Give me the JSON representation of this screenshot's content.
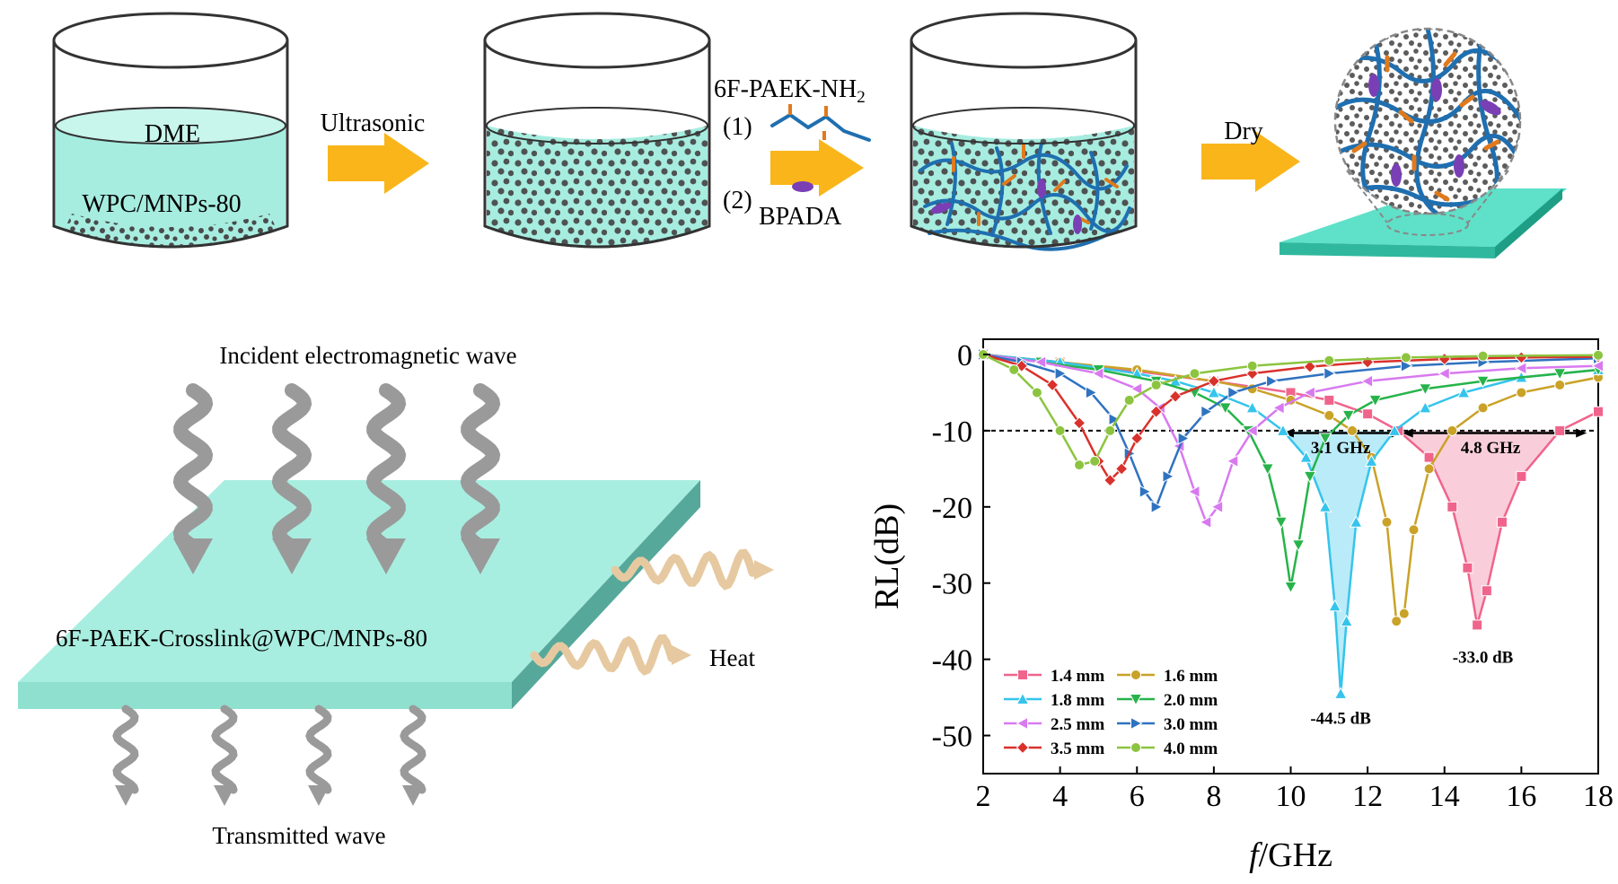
{
  "process": {
    "step1_top": "DME",
    "step1_bottom": "WPC/MNPs-80",
    "arrow1": "Ultrasonic",
    "reagent1_name": "6F-PAEK-NH",
    "reagent1_sub": "2",
    "reagent1_index": "(1)",
    "reagent2_index": "(2)",
    "reagent2_name": "BPADA",
    "arrow3": "Dry"
  },
  "mechanism": {
    "incident": "Incident electromagnetic wave",
    "film": "6F-PAEK-Crosslink@WPC/MNPs-80",
    "heat": "Heat",
    "transmitted": "Transmitted wave"
  },
  "colors": {
    "liquid": "#a6ede0",
    "film": "#a8eee0",
    "arrow": "#f9b51a",
    "wave_grey": "#9a9a9a",
    "wave_tan": "#e6c9a0",
    "polymer": "#1f6fb0",
    "crosslink": "#e07a1c",
    "bpada": "#7a3fb5",
    "particle": "#4a4a4a"
  },
  "chart_data": {
    "type": "line",
    "xlabel_italic": "f",
    "xlabel_rest": "/GHz",
    "ylabel": "RL(dB)",
    "xlim": [
      2,
      18
    ],
    "ylim": [
      -55,
      2
    ],
    "xticks": [
      "2",
      "4",
      "6",
      "8",
      "10",
      "12",
      "14",
      "16",
      "18"
    ],
    "yticks": [
      "0",
      "-10",
      "-20",
      "-30",
      "-40",
      "-50"
    ],
    "reference_line": -10,
    "annotations": [
      {
        "text": "3.1 GHz",
        "x": 11.3,
        "y": -12
      },
      {
        "text": "4.8 GHz",
        "x": 15.2,
        "y": -12
      },
      {
        "text": "-44.5 dB",
        "x": 11.3,
        "y": -47.5
      },
      {
        "text": "-33.0 dB",
        "x": 15.0,
        "y": -39.5
      }
    ],
    "bands": [
      {
        "x1": 9.8,
        "x2": 12.9,
        "y": -10.3
      },
      {
        "x1": 12.9,
        "x2": 17.7,
        "y": -10.3
      }
    ],
    "legend_position": "bottom-left",
    "series": [
      {
        "name": "1.4 mm",
        "color": "#f0648c",
        "fill": "#f8c6d3",
        "shaded": true,
        "marker": "square",
        "x": [
          2,
          4,
          6,
          8,
          10,
          11,
          12,
          12.8,
          13.6,
          14.2,
          14.6,
          14.85,
          15.1,
          15.5,
          16,
          17,
          18
        ],
        "y": [
          0,
          -1,
          -2.2,
          -3.5,
          -5,
          -6,
          -7.8,
          -10,
          -13.5,
          -20,
          -28,
          -35.5,
          -31,
          -22,
          -16,
          -10,
          -7.5
        ]
      },
      {
        "name": "1.6 mm",
        "color": "#c9a227",
        "fill": null,
        "shaded": false,
        "marker": "circle",
        "x": [
          2,
          4,
          6,
          8,
          9,
          10,
          11,
          11.6,
          12.1,
          12.5,
          12.75,
          12.95,
          13.2,
          13.6,
          14.2,
          15,
          16,
          17,
          18
        ],
        "y": [
          0,
          -1,
          -2,
          -3.5,
          -4.5,
          -6,
          -8,
          -10,
          -13.5,
          -22,
          -35,
          -34,
          -23,
          -15,
          -10,
          -7,
          -5,
          -4,
          -3
        ]
      },
      {
        "name": "1.8 mm",
        "color": "#35c4ec",
        "fill": "#aee8f7",
        "shaded": true,
        "marker": "triangle-up",
        "x": [
          2,
          4,
          6,
          7,
          8,
          9,
          9.8,
          10.4,
          10.9,
          11.15,
          11.3,
          11.45,
          11.7,
          12.1,
          12.7,
          13.5,
          14.5,
          16,
          18
        ],
        "y": [
          0,
          -1,
          -2.5,
          -3.5,
          -5,
          -7,
          -10,
          -13.5,
          -20,
          -33,
          -44.5,
          -35,
          -22,
          -14,
          -10,
          -7,
          -5,
          -3,
          -2
        ]
      },
      {
        "name": "2.0 mm",
        "color": "#27b34a",
        "fill": null,
        "shaded": false,
        "marker": "triangle-down",
        "x": [
          2,
          3.5,
          5,
          6.5,
          7.5,
          8.3,
          8.9,
          9.4,
          9.75,
          10.0,
          10.2,
          10.5,
          10.9,
          11.5,
          12.2,
          13.5,
          15,
          17,
          18
        ],
        "y": [
          0,
          -1,
          -2,
          -3.5,
          -5,
          -7,
          -10,
          -15,
          -22,
          -30.5,
          -25,
          -16,
          -11,
          -8,
          -6,
          -4.5,
          -3.5,
          -2.5,
          -2
        ]
      },
      {
        "name": "2.5 mm",
        "color": "#d879f0",
        "fill": null,
        "shaded": false,
        "marker": "triangle-left",
        "x": [
          2,
          3.5,
          5,
          6,
          6.6,
          7.1,
          7.5,
          7.8,
          8.1,
          8.5,
          9,
          9.7,
          10.5,
          12,
          14,
          16,
          18
        ],
        "y": [
          0,
          -1,
          -2.5,
          -4.5,
          -7,
          -12,
          -18,
          -22,
          -20,
          -14,
          -10,
          -7,
          -5,
          -3.5,
          -2.5,
          -1.8,
          -1.5
        ]
      },
      {
        "name": "3.0 mm",
        "color": "#2f72c0",
        "fill": null,
        "shaded": false,
        "marker": "triangle-right",
        "x": [
          2,
          3,
          4,
          4.8,
          5.4,
          5.8,
          6.2,
          6.5,
          6.8,
          7.2,
          7.8,
          8.5,
          9.5,
          11,
          13,
          15,
          18
        ],
        "y": [
          0,
          -1,
          -2.5,
          -5,
          -8.5,
          -13,
          -18,
          -20,
          -16,
          -11,
          -7.5,
          -5,
          -3.5,
          -2.5,
          -1.5,
          -1,
          -0.5
        ]
      },
      {
        "name": "3.5 mm",
        "color": "#d9312b",
        "fill": null,
        "shaded": false,
        "marker": "diamond",
        "x": [
          2,
          3,
          3.8,
          4.5,
          5,
          5.3,
          5.6,
          6,
          6.5,
          7,
          8,
          9,
          10.5,
          12,
          14,
          16,
          18
        ],
        "y": [
          0,
          -1.5,
          -4,
          -9,
          -14,
          -16.5,
          -15,
          -11,
          -7.5,
          -5.5,
          -3.5,
          -2.5,
          -1.6,
          -1,
          -0.6,
          -0.4,
          -0.3
        ]
      },
      {
        "name": "4.0 mm",
        "color": "#8cc43f",
        "fill": null,
        "shaded": false,
        "marker": "circle",
        "x": [
          2,
          2.8,
          3.4,
          4,
          4.5,
          4.9,
          5.3,
          5.8,
          6.5,
          7.5,
          9,
          11,
          13,
          15,
          18
        ],
        "y": [
          0,
          -2,
          -5,
          -10,
          -14.5,
          -14,
          -10,
          -6,
          -4,
          -2.5,
          -1.5,
          -0.8,
          -0.4,
          -0.2,
          -0.1
        ]
      }
    ]
  }
}
